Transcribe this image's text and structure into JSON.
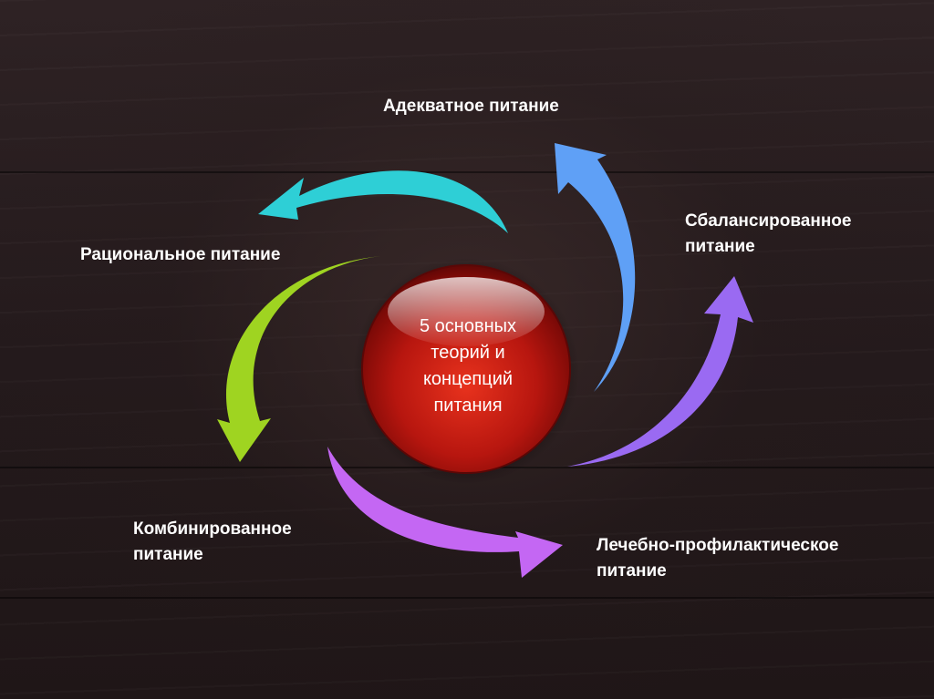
{
  "diagram": {
    "center": {
      "line1": "5 основных",
      "line2": "теорий и",
      "line3": "концепций",
      "line4": "питания"
    },
    "labels": {
      "adequate": "Адекватное питание",
      "balanced_line1": "Сбалансированное",
      "balanced_line2": "питание",
      "rational": "Рациональное питание",
      "combined_line1": "Комбинированное",
      "combined_line2": "питание",
      "therapeutic_line1": "Лечебно-профилактическое",
      "therapeutic_line2": "питание"
    },
    "colors": {
      "background": "#2a1f21",
      "arrow_cyan": "#2ecfd6",
      "arrow_blue": "#5fa0f6",
      "arrow_purple": "#9a6af2",
      "arrow_magenta": "#c467f3",
      "arrow_green": "#9fd421",
      "sphere": "#c81e14"
    }
  }
}
